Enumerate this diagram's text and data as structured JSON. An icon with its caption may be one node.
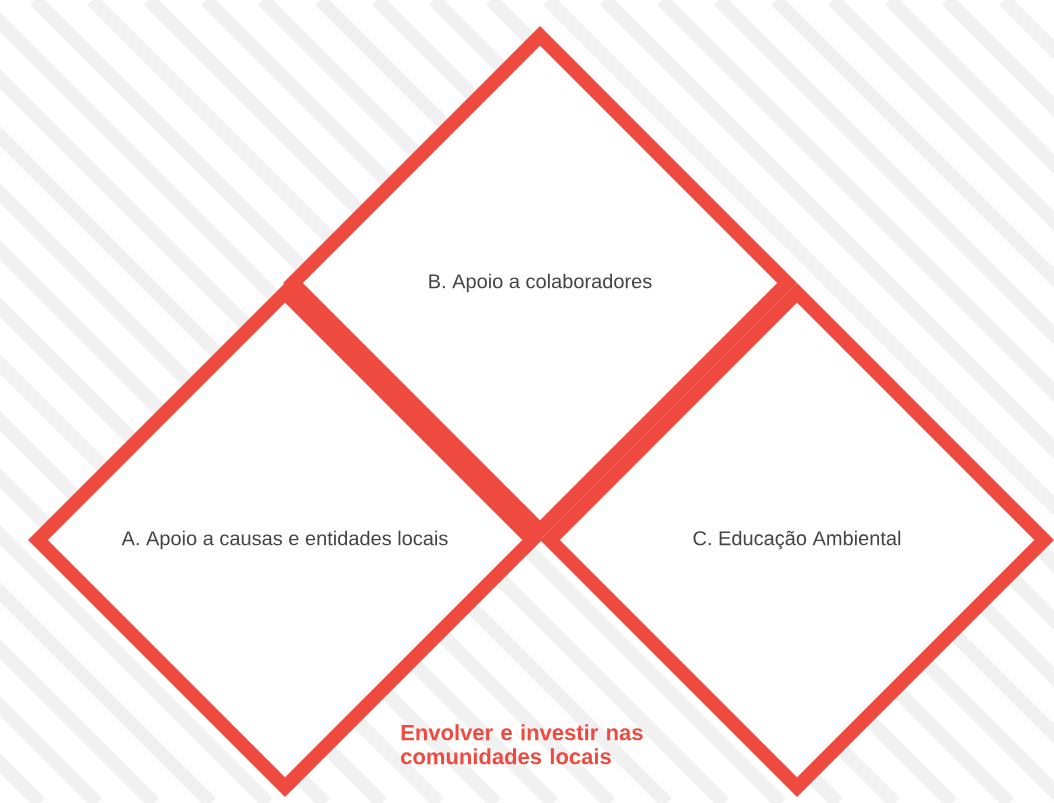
{
  "diagram": {
    "nodes": [
      {
        "text": [
          "B. Apoio a colaboradores"
        ]
      },
      {
        "text": [
          "A. Apoio a causas e entidades locais"
        ]
      },
      {
        "text": [
          "C. Educação Ambiental"
        ]
      }
    ],
    "labels": [
      "Envolver e investir nas comunidades locais"
    ]
  }
}
